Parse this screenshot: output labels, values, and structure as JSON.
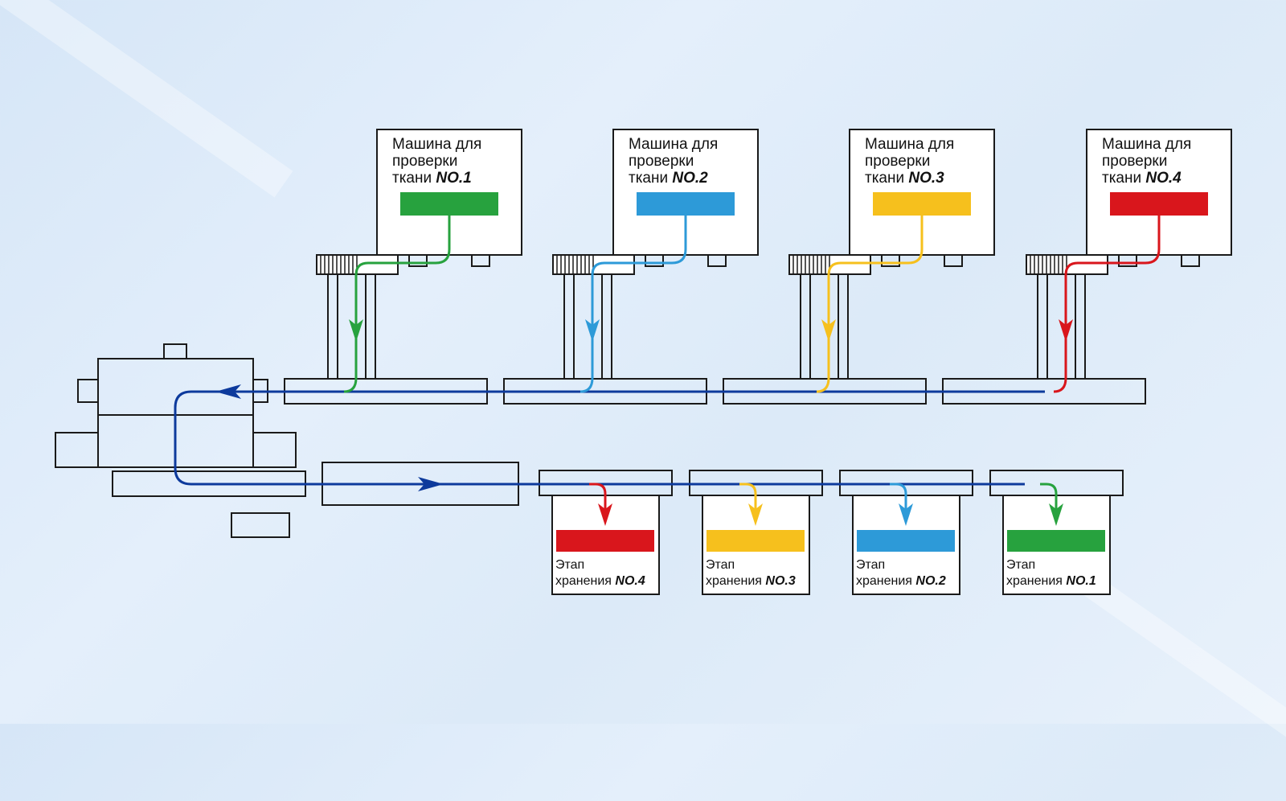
{
  "colors": {
    "line_main": "#0d3a9c",
    "outline": "#1a1a1a",
    "box_fill": "#ffffff",
    "green": "#27a23e",
    "blue": "#2d9ad8",
    "yellow": "#f6c01d",
    "red": "#d9161c"
  },
  "machines": [
    {
      "line1": "Машина для",
      "line2": "проверки",
      "line3": "ткани",
      "num": "NO.1",
      "color": "green"
    },
    {
      "line1": "Машина для",
      "line2": "проверки",
      "line3": "ткани",
      "num": "NO.2",
      "color": "blue"
    },
    {
      "line1": "Машина для",
      "line2": "проверки",
      "line3": "ткани",
      "num": "NO.3",
      "color": "yellow"
    },
    {
      "line1": "Машина для",
      "line2": "проверки",
      "line3": "ткани",
      "num": "NO.4",
      "color": "red"
    }
  ],
  "storages": [
    {
      "line1": "Этап",
      "line2": "хранения",
      "num": "NO.4",
      "color": "red"
    },
    {
      "line1": "Этап",
      "line2": "хранения",
      "num": "NO.3",
      "color": "yellow"
    },
    {
      "line1": "Этап",
      "line2": "хранения",
      "num": "NO.2",
      "color": "blue"
    },
    {
      "line1": "Этап",
      "line2": "хранения",
      "num": "NO.1",
      "color": "green"
    }
  ]
}
